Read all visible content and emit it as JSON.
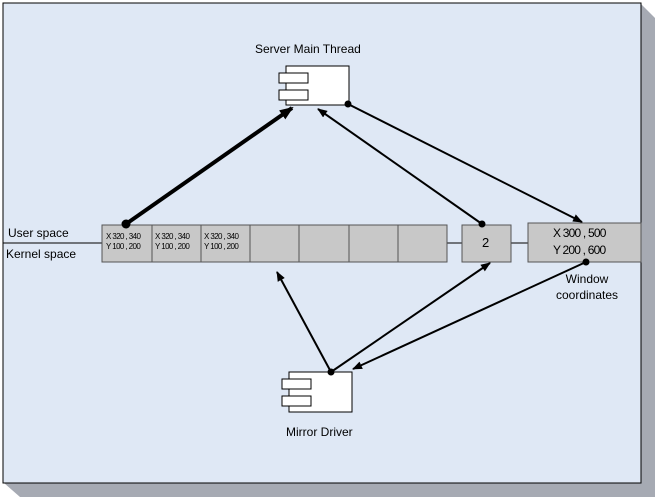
{
  "labels": {
    "server_main_thread": "Server Main Thread",
    "mirror_driver": "Mirror Driver",
    "user_space": "User space",
    "kernel_space": "Kernel space",
    "window_coordinates_line1": "Window",
    "window_coordinates_line2": "coordinates",
    "queue_count": "2"
  },
  "queue_cells": [
    {
      "x_line": "X 320 , 340",
      "y_line": "Y 100 , 200"
    },
    {
      "x_line": "X 320 , 340",
      "y_line": "Y 100 , 200"
    },
    {
      "x_line": "X 320 , 340",
      "y_line": "Y 100 , 200"
    },
    {
      "x_line": "",
      "y_line": ""
    },
    {
      "x_line": "",
      "y_line": ""
    },
    {
      "x_line": "",
      "y_line": ""
    },
    {
      "x_line": "",
      "y_line": ""
    }
  ],
  "window_coords": {
    "x_line": "X 300 , 500",
    "y_line": "Y 200 , 600"
  },
  "colors": {
    "panel_fill": "#dfe8f5",
    "box_fill": "#c8c8c8",
    "shadow": "#a6aab3",
    "line": "#000000"
  },
  "icons": {
    "component": "uml-component-icon"
  }
}
